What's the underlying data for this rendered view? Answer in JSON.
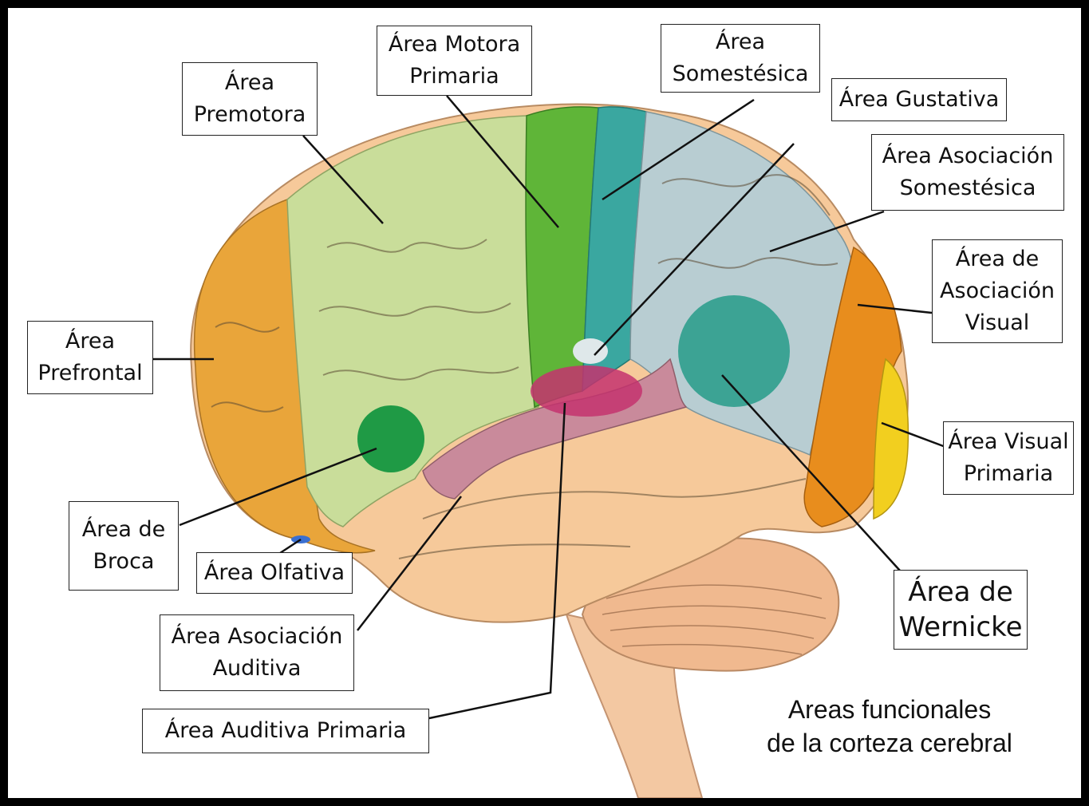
{
  "labels": {
    "premotora": "Área\nPremotora",
    "motora": "Área Motora\nPrimaria",
    "somestesica": "Área\nSomestésica",
    "gustativa": "Área Gustativa",
    "asoc_somestesica": "Área Asociación\nSomestésica",
    "asoc_visual": "Área de\nAsociación\nVisual",
    "prefrontal": "Área\nPrefrontal",
    "visual_primaria": "Área Visual\nPrimaria",
    "broca": "Área de\nBroca",
    "olfativa": "Área Olfativa",
    "asoc_auditiva": "Área Asociación\nAuditiva",
    "auditiva_primaria": "Área Auditiva Primaria",
    "wernicke": "Área de\nWernicke"
  },
  "caption": "Areas funcionales\nde la corteza cerebral",
  "colors": {
    "prefrontal": "#e9a53a",
    "premotora": "#c9dd9a",
    "motora": "#5fb538",
    "somestesica": "#3aa7a0",
    "asoc_somestesica": "#b8cdd2",
    "asoc_visual": "#e88d1d",
    "visual_primaria": "#f2cf1f",
    "temporal": "#f6c99a",
    "asoc_auditiva": "#c98a9b",
    "auditiva_primaria": "#c4336f",
    "broca": "#1f9a45",
    "wernicke": "#2f9f8d",
    "cerebellum": "#f0b98f",
    "brainstem": "#f3c8a2"
  }
}
